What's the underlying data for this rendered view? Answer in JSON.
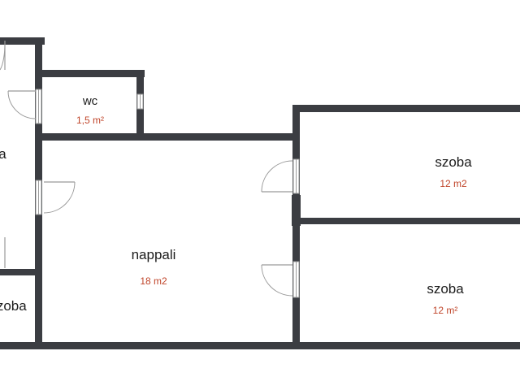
{
  "accent_color": "#c0452a",
  "wall_color": "#3b3d42",
  "rooms": [
    {
      "name": "wc",
      "area": "1,5 m²"
    },
    {
      "name": "nappali",
      "area": "18 m2"
    },
    {
      "name": "szoba",
      "area": "12 m2"
    },
    {
      "name": "szoba",
      "area": "12 m²"
    },
    {
      "name": "a",
      "area": ""
    },
    {
      "name": "szoba",
      "area": ""
    }
  ]
}
